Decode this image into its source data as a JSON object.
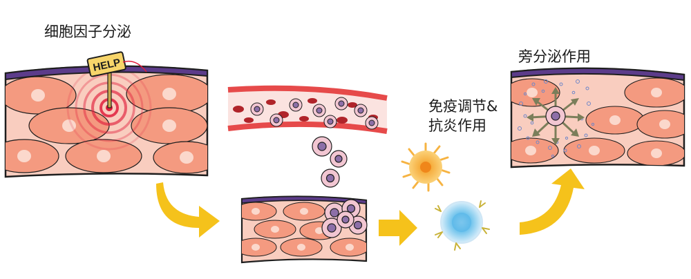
{
  "labels": {
    "cytokine_secretion": "细胞因子分泌",
    "paracrine": "旁分泌作用",
    "immune_line1": "免疫调节&",
    "immune_line2": "抗炎作用"
  },
  "sign": {
    "text": "HELP"
  },
  "colors": {
    "tissue_fill": "#f9cdbf",
    "tissue_outline": "#1e1e1e",
    "tissue_top_band": "#5c3c8a",
    "cell_fill": "#f49a80",
    "nucleus_fill": "#fbd8cc",
    "vessel": "#e64a4a",
    "vessel_inner": "#fbe3e0",
    "rbc": "#b0242a",
    "stem_cell": "#f2c6d2",
    "stem_nucleus": "#8d6fa8",
    "arrow": "#f5c21b",
    "alarm": "#e01e3c",
    "dendritic": "#f6b342",
    "macrophage": "#a7d8f2",
    "paracrine_arrow": "#7b7e5a"
  }
}
